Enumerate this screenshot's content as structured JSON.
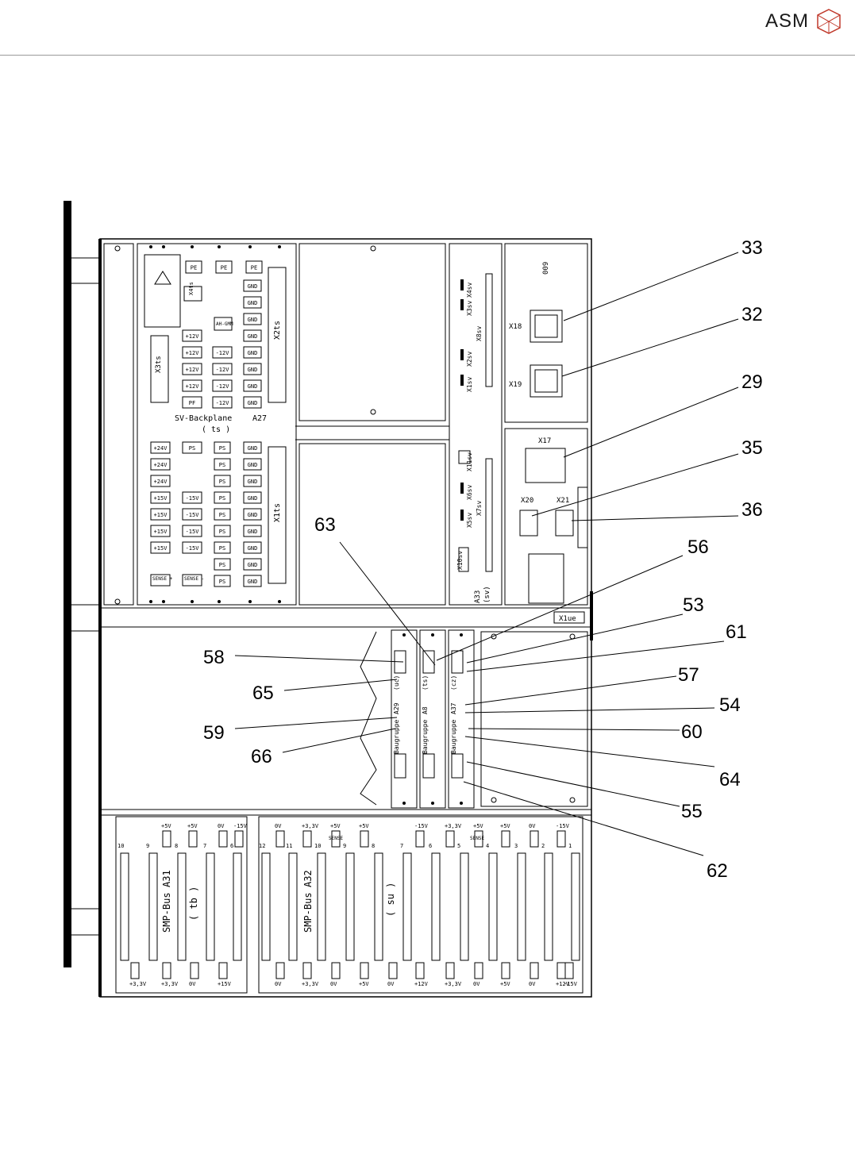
{
  "brand": {
    "name": "ASM",
    "colors": {
      "logo_red": "#c0392b",
      "line": "#000000"
    }
  },
  "left_rack": {
    "title": "SV-Backplane",
    "subtitle": "( ts )",
    "module_id": "A27",
    "x3ts": "X3ts",
    "x4ts": "X4ts",
    "x2ts": "X2ts",
    "x1ts": "X1ts",
    "ah_gmm": "AH-GMM",
    "upper_left_col": [
      "+12V",
      "+12V",
      "+12V",
      "+12V",
      "PF"
    ],
    "upper_mid_col": [
      "-12V",
      "-12V",
      "-12V",
      "-12V"
    ],
    "pe_row": [
      "PE",
      "PE",
      "PE"
    ],
    "gnd_upper": [
      "GND",
      "GND",
      "GND",
      "GND",
      "GND",
      "GND",
      "GND",
      "GND"
    ],
    "lower_left_col": [
      "+24V",
      "+24V",
      "+24V",
      "+15V",
      "+15V",
      "+15V",
      "+15V"
    ],
    "lower_mid_col": [
      "PS",
      "-15V",
      "-15V",
      "-15V",
      "-15V"
    ],
    "ps_col": [
      "PS",
      "PS",
      "PS",
      "PS",
      "PS",
      "PS",
      "PS",
      "PS",
      "PS"
    ],
    "gnd_lower": [
      "GND",
      "GND",
      "GND",
      "GND",
      "GND",
      "GND",
      "GND",
      "GND",
      "GND"
    ],
    "sense_plus": "SENSE +",
    "sense_minus": "SENSE -"
  },
  "sv_panel": {
    "connectors": [
      "X4sv",
      "X3sv",
      "X2sv",
      "X1sv",
      "X8sv",
      "X11sv",
      "X6sv",
      "X5sv",
      "X7sv",
      "X10sv"
    ],
    "module": "A33",
    "module_sub": "(sv)"
  },
  "right_panel": {
    "label_top": "009",
    "x18": "X18",
    "x19": "X19",
    "x17": "X17",
    "x20": "X20",
    "x21": "X21",
    "x1ue": "X1ue"
  },
  "middle_modules": [
    {
      "id": "A29",
      "sub": "(uc)",
      "name": "Baugruppe"
    },
    {
      "id": "A8",
      "sub": "(ts)",
      "name": "Baugruppe"
    },
    {
      "id": "A37",
      "sub": "(cz)",
      "name": "Baugruppe"
    }
  ],
  "bus_a31": {
    "name": "SMP-Bus",
    "id": "A31",
    "sub": "( tb )",
    "slots": [
      "10",
      "9",
      "8",
      "7",
      "6"
    ],
    "top_labels": [
      "+5V",
      "+5V",
      "0V",
      "-15V"
    ],
    "bottom_labels": [
      "+3,3V",
      "+3,3V",
      "0V",
      "+15V"
    ]
  },
  "bus_a32": {
    "name": "SMP-Bus",
    "id": "A32",
    "sub": "( su )",
    "slots": [
      "12",
      "11",
      "10",
      "9",
      "8",
      "7",
      "6",
      "5",
      "4",
      "3",
      "2",
      "1"
    ],
    "top_labels": [
      "0V",
      "+3,3V",
      "+5V",
      "+5V",
      "-15V",
      "+3,3V",
      "+5V",
      "+5V",
      "0V",
      "-15V"
    ],
    "bottom_labels": [
      "0V",
      "+3,3V",
      "0V",
      "+5V",
      "0V",
      "+12V",
      "+3,3V",
      "0V",
      "+5V",
      "0V",
      "+12V",
      "-15V"
    ],
    "sense": "SENSE"
  },
  "callouts": {
    "right": [
      "33",
      "32",
      "29",
      "35",
      "36",
      "56",
      "53",
      "61",
      "57",
      "54",
      "60",
      "64",
      "55",
      "62"
    ],
    "left": [
      "63",
      "58",
      "65",
      "59",
      "66"
    ]
  }
}
